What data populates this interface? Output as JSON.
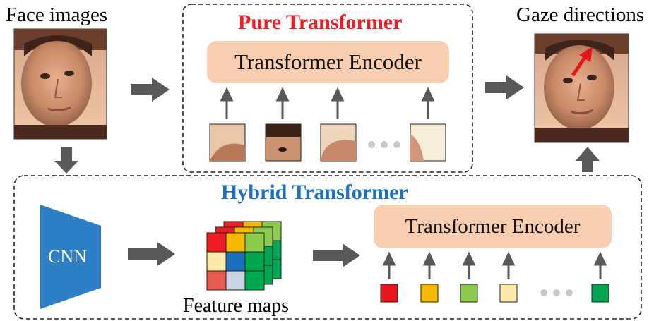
{
  "labels": {
    "face_images": "Face images",
    "gaze_directions": "Gaze directions",
    "pure_transformer": "Pure Transformer",
    "hybrid_transformer": "Hybrid Transformer",
    "encoder_top": "Transformer Encoder",
    "encoder_bottom": "Transformer Encoder",
    "cnn": "CNN",
    "feature_maps": "Feature maps"
  },
  "colors": {
    "pure_title": "#ee1c25",
    "hybrid_title": "#1a6fbf",
    "encoder_fill": "#f8cdb0",
    "cnn_fill": "#2e7fc6",
    "arrow": "#595959",
    "gaze_arrow": "#e8141c",
    "ellipsis": "#c8c8c8"
  },
  "feature_tokens": [
    "red",
    "amber",
    "light-green",
    "pale-yellow",
    "green"
  ],
  "icons": [
    "face-photo",
    "gaze-arrow",
    "cnn-trapezoid",
    "feature-map-stack",
    "ellipsis-dots"
  ]
}
